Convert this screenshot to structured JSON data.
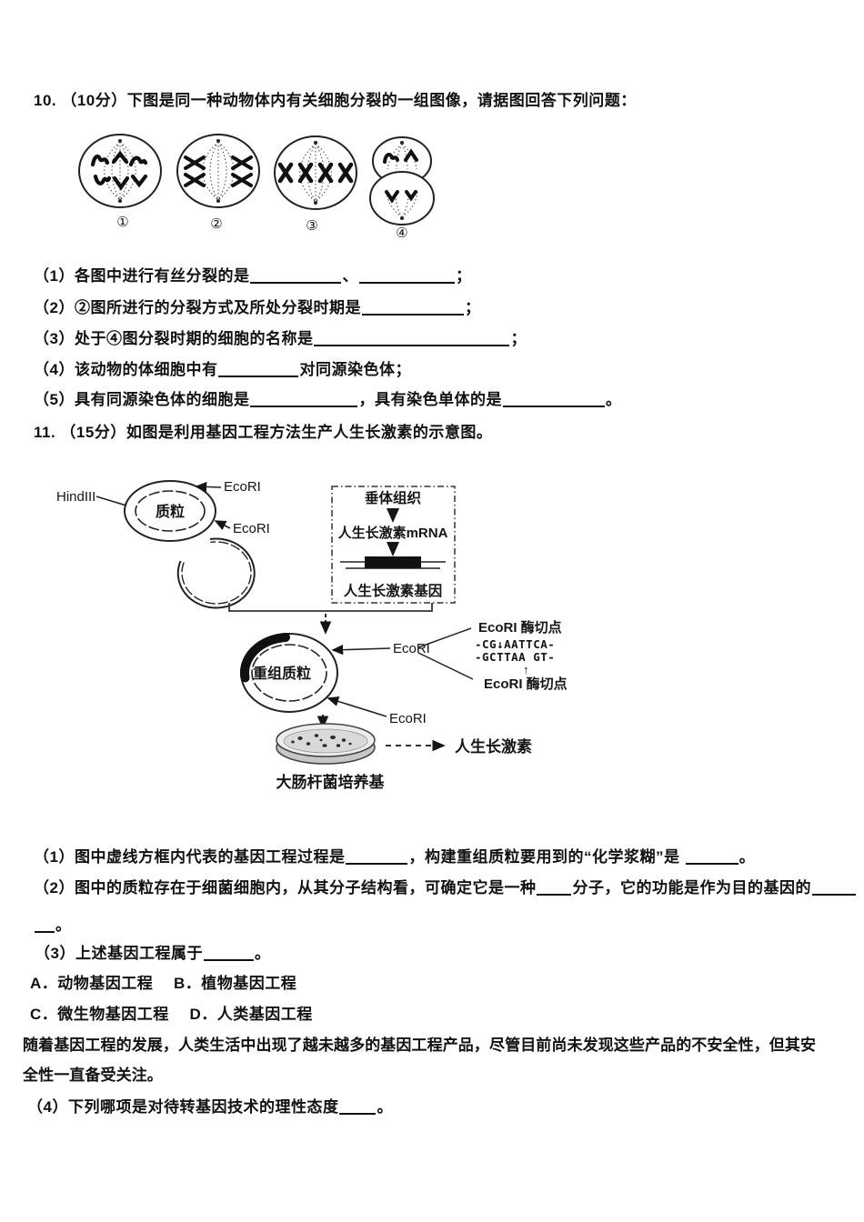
{
  "doc": {
    "q10_header": "10.  （10分）下图是同一种动物体内有关细胞分裂的一组图像，请据图回答下列问题：",
    "q11_header": "11.  （15分）如图是利用基因工程方法生产人生长激素的示意图。",
    "lines10": [
      [
        {
          "t": "（1）各图中进行有丝分裂的是"
        },
        {
          "u": 100
        },
        {
          "t": "、"
        },
        {
          "u": 105
        },
        {
          "t": "；"
        }
      ],
      [
        {
          "t": "（2）②图所进行的分裂方式及所处分裂时期是"
        },
        {
          "u": 112
        },
        {
          "t": "；"
        }
      ],
      [
        {
          "t": "（3）处于④图分裂时期的细胞的名称是"
        },
        {
          "u": 215
        },
        {
          "t": "；"
        }
      ],
      [
        {
          "t": "（4）该动物的体细胞中有"
        },
        {
          "u": 88
        },
        {
          "t": "对同源染色体；"
        }
      ],
      [
        {
          "t": "（5）具有同源染色体的细胞是"
        },
        {
          "u": 118
        },
        {
          "t": "，具有染色单体的是"
        },
        {
          "u": 112
        },
        {
          "t": "。"
        }
      ]
    ],
    "lines11": [
      [
        {
          "t": "（1）图中虚线方框内代表的基因工程过程是"
        },
        {
          "u": 68
        },
        {
          "t": "，构建重组质粒要用到的“化学浆糊”是 "
        },
        {
          "u": 58
        },
        {
          "t": "。"
        }
      ],
      [
        {
          "t": "（2）图中的质粒存在于细菌细胞内，从其分子结构看，可确定它是一种"
        },
        {
          "u": 38
        },
        {
          "t": "分子，它的功能是作为目的基因的"
        },
        {
          "u": 48
        }
      ],
      [
        {
          "u": 22
        },
        {
          "t": "。"
        }
      ],
      [
        {
          "t": "（3）上述基因工程属于"
        },
        {
          "u": 55
        },
        {
          "t": "。"
        }
      ],
      [
        {
          "t": "A．动物基因工程　 B．植物基因工程"
        }
      ],
      [
        {
          "t": "C．微生物基因工程　 D．人类基因工程"
        }
      ],
      [
        {
          "t": "随着基因工程的发展，人类生活中出现了越未越多的基因工程产品，尽管目前尚未发现这些产品的不安全性，但其安"
        }
      ],
      [
        {
          "t": "全性一直备受关注。"
        }
      ],
      [
        {
          "t": "（4）下列哪项是对待转基因技术的理性态度"
        },
        {
          "u": 40
        },
        {
          "t": "。"
        }
      ]
    ]
  },
  "fig10": {
    "labels": [
      "①",
      "②",
      "③",
      "④"
    ]
  },
  "fig11": {
    "hind": "HindIII",
    "plasmid": "质粒",
    "ecori1": "EcoRI",
    "ecori2": "EcoRI",
    "box_tissue": "垂体组织",
    "box_mrna": "人生长激素mRNA",
    "box_gene": "人生长激素基因",
    "recomb": "重组质粒",
    "ecori3": "EcoRI",
    "ecori4": "EcoRI",
    "site_top": "EcoRI 酶切点",
    "seq1": "-CG↓AATTCA-",
    "seq2": "-GCTTAA GT-",
    "up_arrow": "↑",
    "site_bottom": "EcoRI 酶切点",
    "dish_label": "大肠杆菌培养基",
    "hormone": "人生长激素"
  },
  "colors": {
    "ink": "#121212",
    "media_gray": "#d9d9d9",
    "dish_gray": "#c6c6c6"
  }
}
